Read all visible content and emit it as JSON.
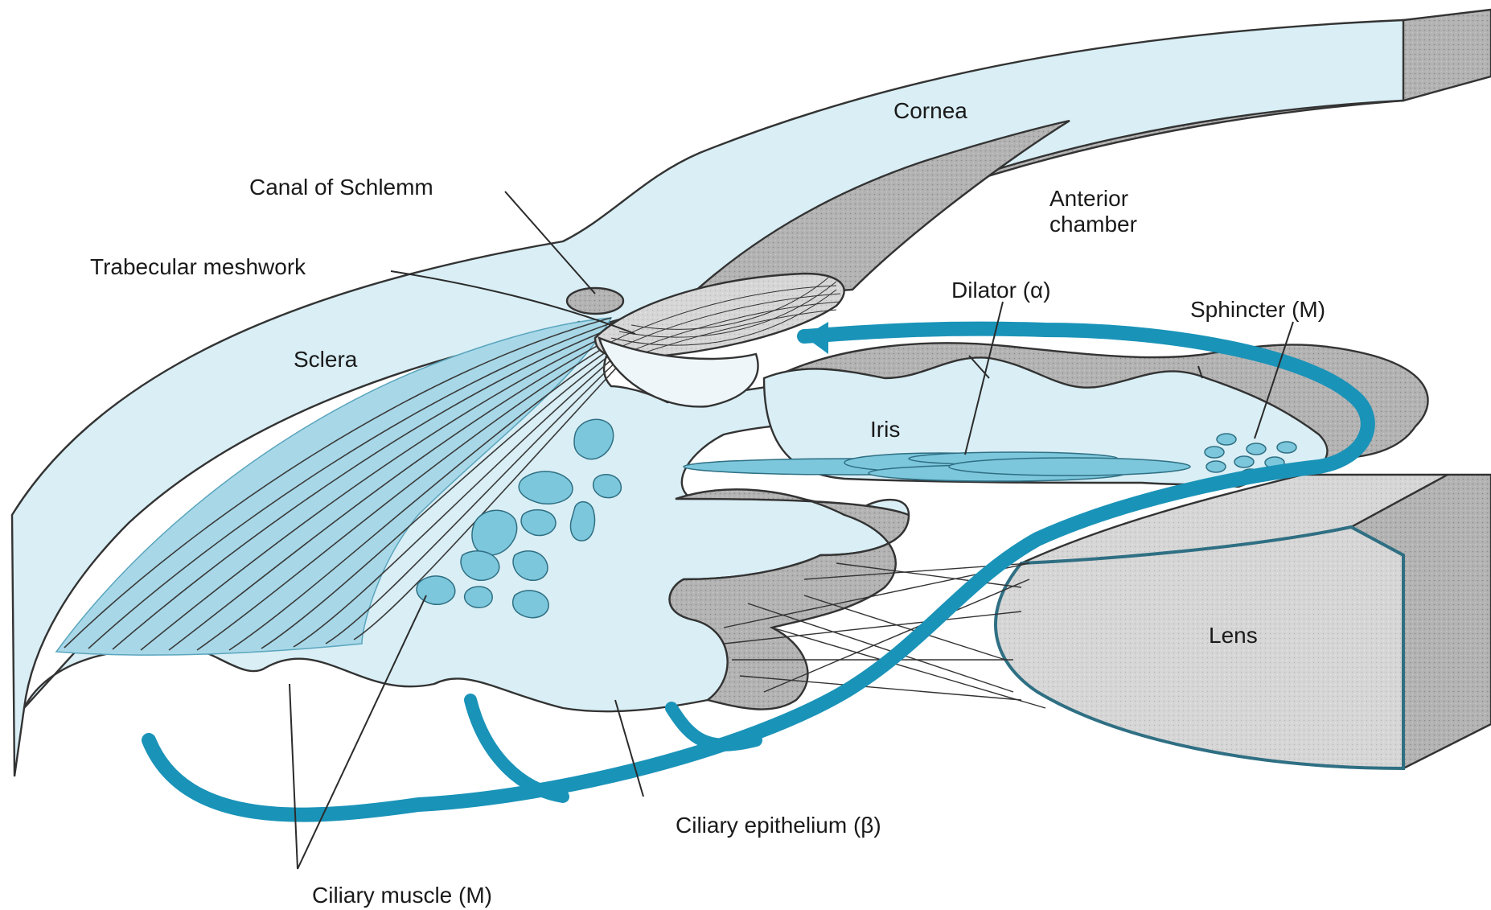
{
  "diagram": {
    "labels": {
      "cornea": "Cornea",
      "canal_of_schlemm": "Canal of Schlemm",
      "anterior_chamber_line1": "Anterior",
      "anterior_chamber_line2": "chamber",
      "trabecular_meshwork": "Trabecular meshwork",
      "dilator": "Dilator (α)",
      "sphincter": "Sphincter (M)",
      "sclera": "Sclera",
      "iris": "Iris",
      "lens": "Lens",
      "ciliary_epithelium": "Ciliary epithelium (β)",
      "ciliary_muscle": "Ciliary muscle (M)"
    },
    "colors": {
      "tissue_light_blue": "#d9eef5",
      "tissue_blue": "#7cc7dc",
      "aqueous_flow": "#1a93b8",
      "shadow_gray": "#a9a9a9",
      "lens_gray": "#d4d4d4",
      "outline": "#333333"
    }
  }
}
